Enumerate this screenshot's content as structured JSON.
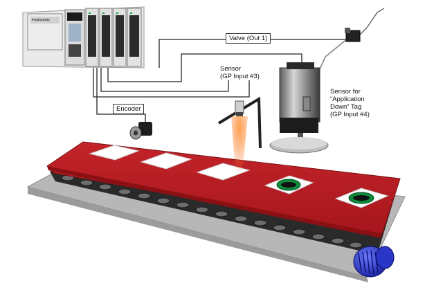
{
  "plc": {
    "brand": "Productivity"
  },
  "labels": {
    "valve": "Valve (Out 1)",
    "sensor_gp3": [
      "Sensor",
      "(GP Input #3)"
    ],
    "encoder": "Encoder",
    "sensor_gp4": [
      "Sensor for",
      "“Application",
      "Down” Tag",
      "(GP Input #4)"
    ]
  },
  "colors": {
    "belt": "#b81e24",
    "tag": "#0e8a3c",
    "motor": "#2a36c8",
    "sensor_beam": "#ff8a30"
  }
}
